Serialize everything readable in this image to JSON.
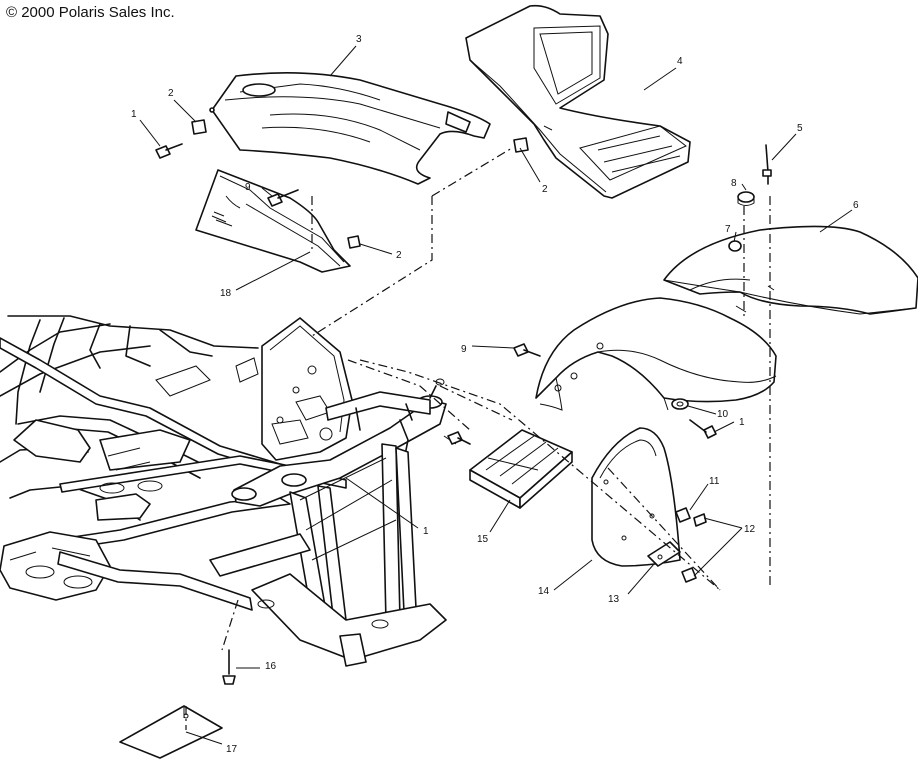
{
  "copyright": "© 2000 Polaris Sales Inc.",
  "callouts": [
    {
      "id": "c1a",
      "text": "1"
    },
    {
      "id": "c2a",
      "text": "2"
    },
    {
      "id": "c3",
      "text": "3"
    },
    {
      "id": "c4",
      "text": "4"
    },
    {
      "id": "c5",
      "text": "5"
    },
    {
      "id": "c6",
      "text": "6"
    },
    {
      "id": "c7",
      "text": "7"
    },
    {
      "id": "c8",
      "text": "8"
    },
    {
      "id": "c9a",
      "text": "9"
    },
    {
      "id": "c2b",
      "text": "2"
    },
    {
      "id": "c2c",
      "text": "2"
    },
    {
      "id": "c18",
      "text": "18"
    },
    {
      "id": "c9b",
      "text": "9"
    },
    {
      "id": "c10",
      "text": "10"
    },
    {
      "id": "c1b",
      "text": "1"
    },
    {
      "id": "c11",
      "text": "11"
    },
    {
      "id": "c12",
      "text": "12"
    },
    {
      "id": "c15",
      "text": "15"
    },
    {
      "id": "c1c",
      "text": "1"
    },
    {
      "id": "c14",
      "text": "14"
    },
    {
      "id": "c13",
      "text": "13"
    },
    {
      "id": "c16",
      "text": "16"
    },
    {
      "id": "c17",
      "text": "17"
    }
  ]
}
